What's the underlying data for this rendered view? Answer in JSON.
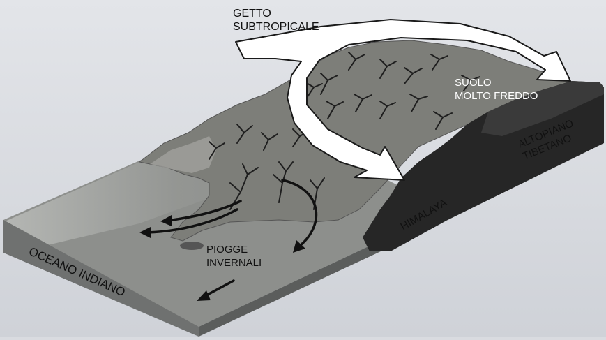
{
  "labels": {
    "jet_line1": "GETTO",
    "jet_line2": "SUBTROPICALE",
    "soil_line1": "SUOLO",
    "soil_line2": "MOLTO FREDDO",
    "plateau_line1": "ALTOPIANO",
    "plateau_line2": "TIBETANO",
    "himalaya": "HIMALAYA",
    "rain_line1": "PIOGGE",
    "rain_line2": "INVERNALI",
    "ocean": "OCEANO INDIANO"
  },
  "colors": {
    "background": "#d9dbe0",
    "ocean_top": "#8d8f8c",
    "ocean_front": "#6f7170",
    "ocean_side": "#5b5d5c",
    "land": "#7d7e79",
    "mountains": "#262626",
    "arrow_fill": "#ffffff",
    "arrow_stroke": "#1a1a1a"
  }
}
